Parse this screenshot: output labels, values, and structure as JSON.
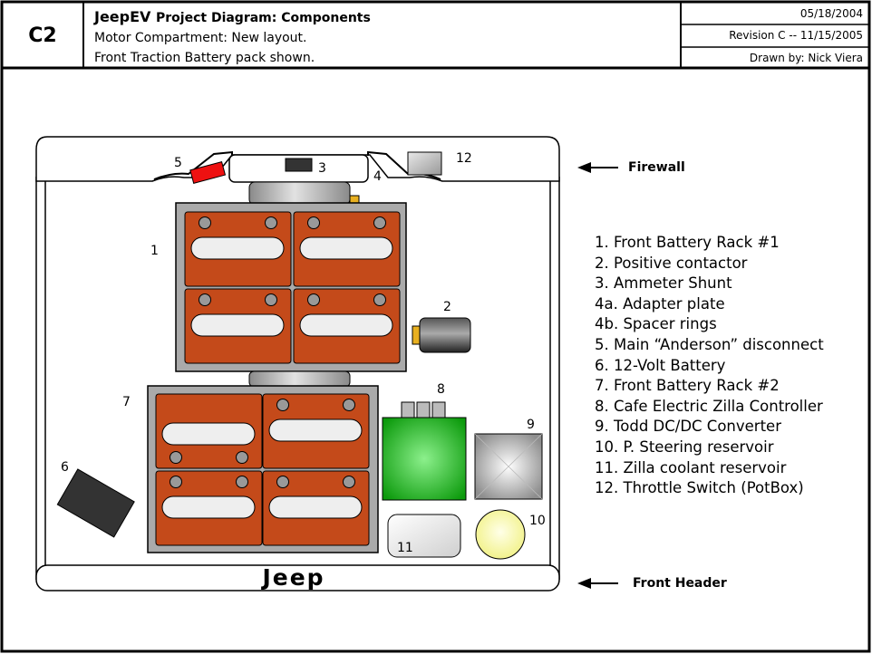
{
  "header": {
    "sheet_id": "C2",
    "title_brand": "JeepEV",
    "title_rest": "Project Diagram: Components",
    "description_1": "Motor Compartment: New layout.",
    "description_2": "Front Traction Battery pack shown.",
    "date": "05/18/2004",
    "revision": "Revision C -- 11/15/2005",
    "drawn_by": "Drawn by: Nick Viera"
  },
  "diagram": {
    "numbers": {
      "n1": "1",
      "n2": "2",
      "n3": "3",
      "n4": "4",
      "n5": "5",
      "n6": "6",
      "n7": "7",
      "n8": "8",
      "n9": "9",
      "n10": "10",
      "n11": "11",
      "n12": "12"
    },
    "jeep_logo": "Jeep",
    "callout_firewall": "Firewall",
    "callout_front_header": "Front Header"
  },
  "legend": {
    "items": [
      "1. Front Battery Rack #1",
      "2. Positive contactor",
      "3. Ammeter Shunt",
      "4a. Adapter plate",
      "4b. Spacer rings",
      "5. Main “Anderson” disconnect",
      "6. 12-Volt Battery",
      "7. Front Battery Rack #2",
      "8. Cafe Electric Zilla Controller",
      "9. Todd DC/DC Converter",
      "10. P. Steering reservoir",
      "11. Zilla coolant reservoir",
      "12. Throttle Switch (PotBox)"
    ]
  },
  "colors": {
    "battery": "#c44a1a",
    "controller": "#22bb22",
    "rack": "#aaaaaa",
    "reservoir_yellow": "#fafab0",
    "disconnect": "#ee1111"
  }
}
